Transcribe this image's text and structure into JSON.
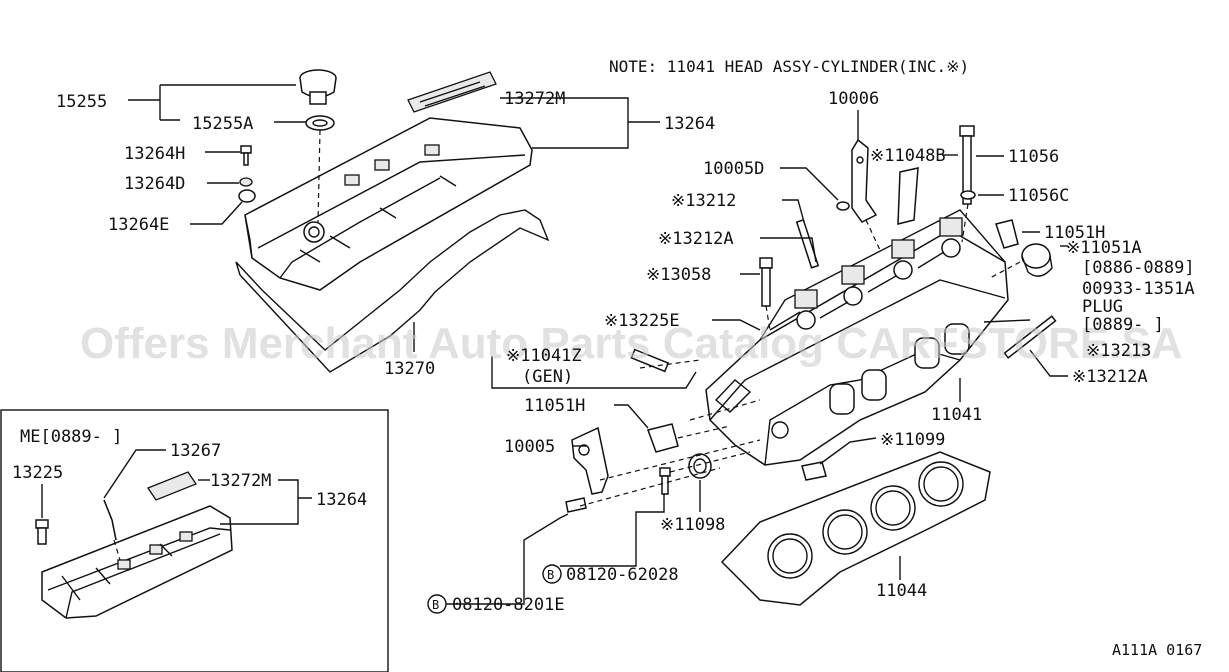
{
  "note": "NOTE: 11041 HEAD ASSY-CYLINDER(INC.※)",
  "watermark": "Offers Merchant Auto Parts Catalog CARFSTORE.SA",
  "code": "A111A 0167",
  "labels": {
    "p15255": "15255",
    "p15255A": "15255A",
    "p13272M": "13272M",
    "p13264": "13264",
    "p13264H": "13264H",
    "p13264D": "13264D",
    "p13264E": "13264E",
    "p13270": "13270",
    "p10006": "10006",
    "p10005D": "10005D",
    "p11048B": "※11048B",
    "p11056": "11056",
    "p11056C": "11056C",
    "p13212": "※13212",
    "p13212A": "※13212A",
    "p11051H_r": "11051H",
    "p11051A": "※11051A",
    "range1": "[0886-0889]",
    "plugno": "00933-1351A",
    "plug": "PLUG",
    "range2": "[0889-  ]",
    "p13058": "※13058",
    "p13225E": "※13225E",
    "p11041Z": "※11041Z",
    "gen": "(GEN)",
    "p13213": "※13213",
    "p13212A_r": "※13212A",
    "p11051H": "11051H",
    "p11041": "11041",
    "p10005": "10005",
    "p11099": "※11099",
    "p11098": "※11098",
    "bolt1": "08120-62028",
    "bolt2": "08120-8201E",
    "p11044": "11044",
    "inset_title": "ME[0889-  ]",
    "i13267": "13267",
    "i13225": "13225",
    "i13272M": "13272M",
    "i13264": "13264",
    "b": "B"
  }
}
